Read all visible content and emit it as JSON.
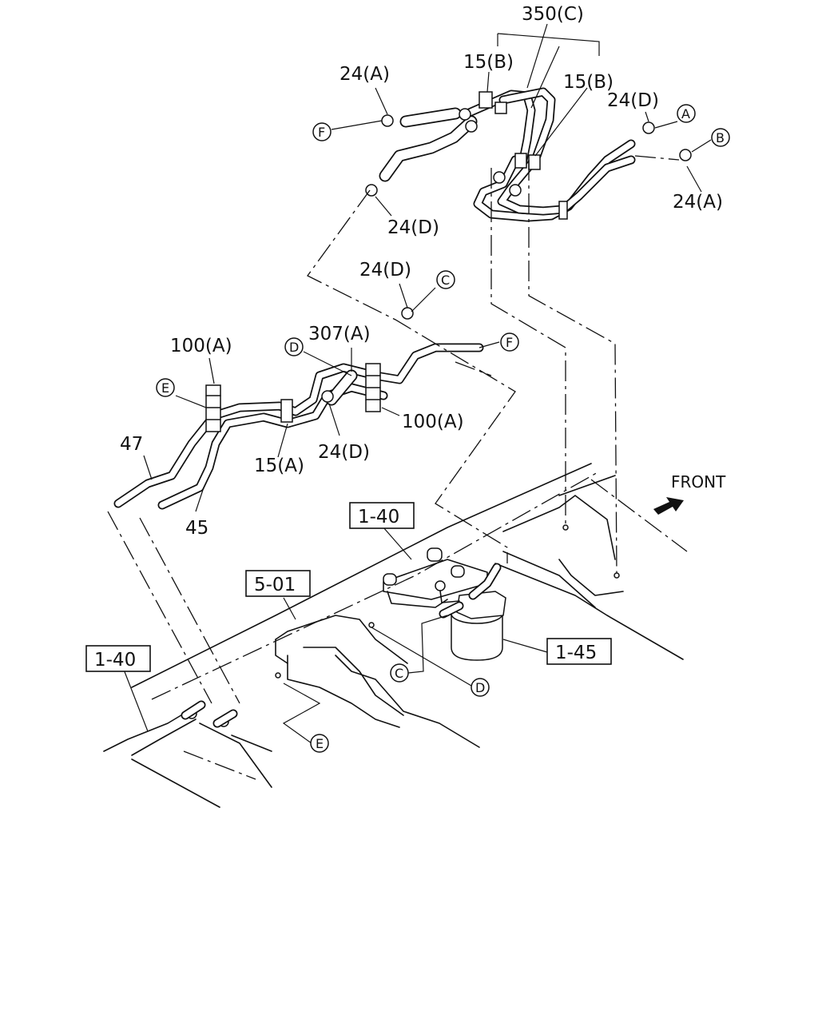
{
  "labels": {
    "part_350c": "350(C)",
    "part_15b_top": "15(B)",
    "part_15b_right": "15(B)",
    "part_24a_top": "24(A)",
    "part_24d_right": "24(D)",
    "part_24a_right": "24(A)",
    "part_24d_upper": "24(D)",
    "part_24d_mid": "24(D)",
    "part_307a": "307(A)",
    "part_100a_left": "100(A)",
    "part_100a_right": "100(A)",
    "part_15a": "15(A)",
    "part_24d_low": "24(D)",
    "part_47": "47",
    "part_45": "45",
    "front": "FRONT"
  },
  "refs": {
    "ref_1_40_mid": "1-40",
    "ref_5_01": "5-01",
    "ref_1_45": "1-45",
    "ref_1_40_left": "1-40"
  },
  "callouts": {
    "A_top": "A",
    "B_top": "B",
    "F_top": "F",
    "C_upper": "C",
    "F_mid": "F",
    "D_mid": "D",
    "E_left": "E",
    "C_low": "C",
    "D_low": "D",
    "E_low": "E"
  },
  "icons": {
    "front_arrow": "front-arrow-icon"
  }
}
